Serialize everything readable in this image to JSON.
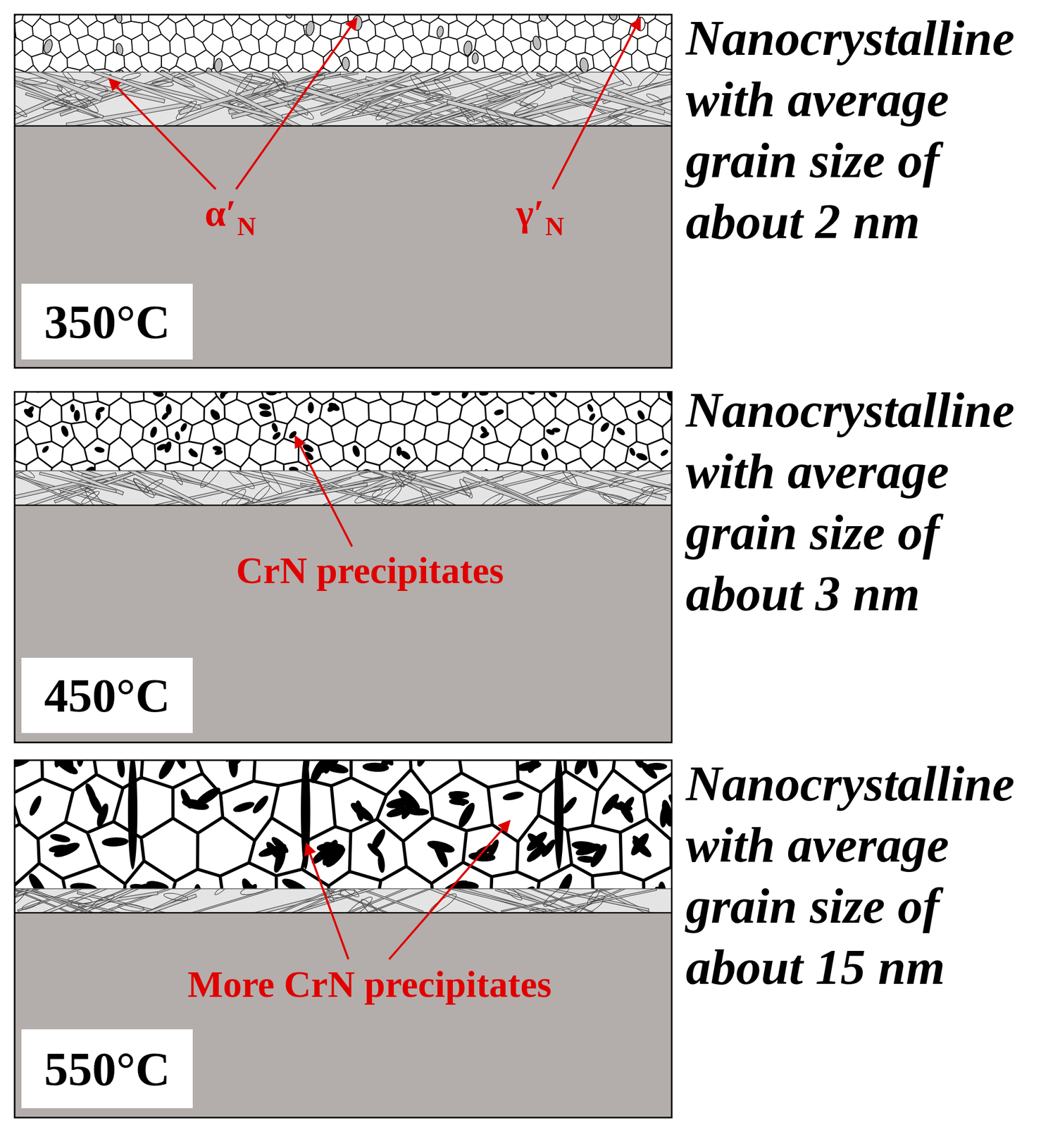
{
  "diagram": {
    "nodes": [
      {
        "text": [
          "350°C"
        ]
      },
      {
        "text": [
          "450°C"
        ]
      },
      {
        "text": [
          "550°C"
        ]
      }
    ],
    "labels": [
      "α′",
      "N",
      "γ′",
      "N",
      "Nanocrystalline with average grain size of about 2 nm",
      "CrN precipitates",
      "Nanocrystalline with average grain size of about 3 nm",
      "More CrN precipitates",
      "Nanocrystalline with average grain size of about 15 nm"
    ]
  }
}
